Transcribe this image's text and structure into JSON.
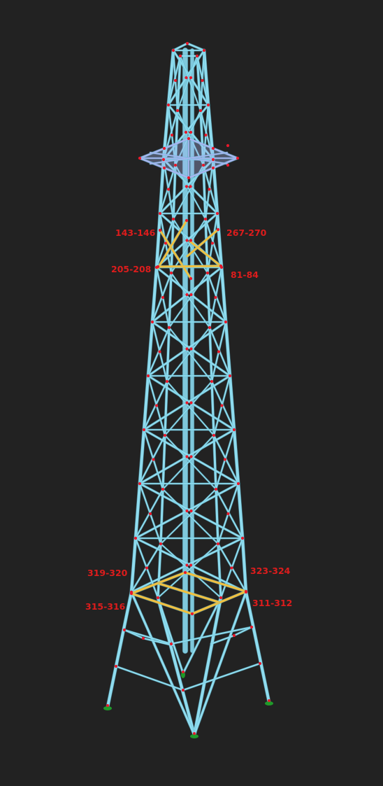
{
  "view": {
    "background": "#222222",
    "member_color": "#8fdcef",
    "member_edge_color": "#5ab8d0",
    "highlight_color": "#f0c040",
    "platform_color": "#a8b6f0",
    "node_color": "#e8182a",
    "support_color": "#1f9a2a",
    "label_color": "#dd1c1c"
  },
  "member_groups": [
    {
      "id": "top-upper",
      "label": "143-146"
    },
    {
      "id": "top-upper-right",
      "label": "267-270"
    },
    {
      "id": "top-lower",
      "label": "205-208"
    },
    {
      "id": "top-lower-right",
      "label": "81-84"
    },
    {
      "id": "base-upper",
      "label": "319-320"
    },
    {
      "id": "base-upper-right",
      "label": "323-324"
    },
    {
      "id": "base-lower",
      "label": "315-316"
    },
    {
      "id": "base-lower-right",
      "label": "311-312"
    }
  ]
}
